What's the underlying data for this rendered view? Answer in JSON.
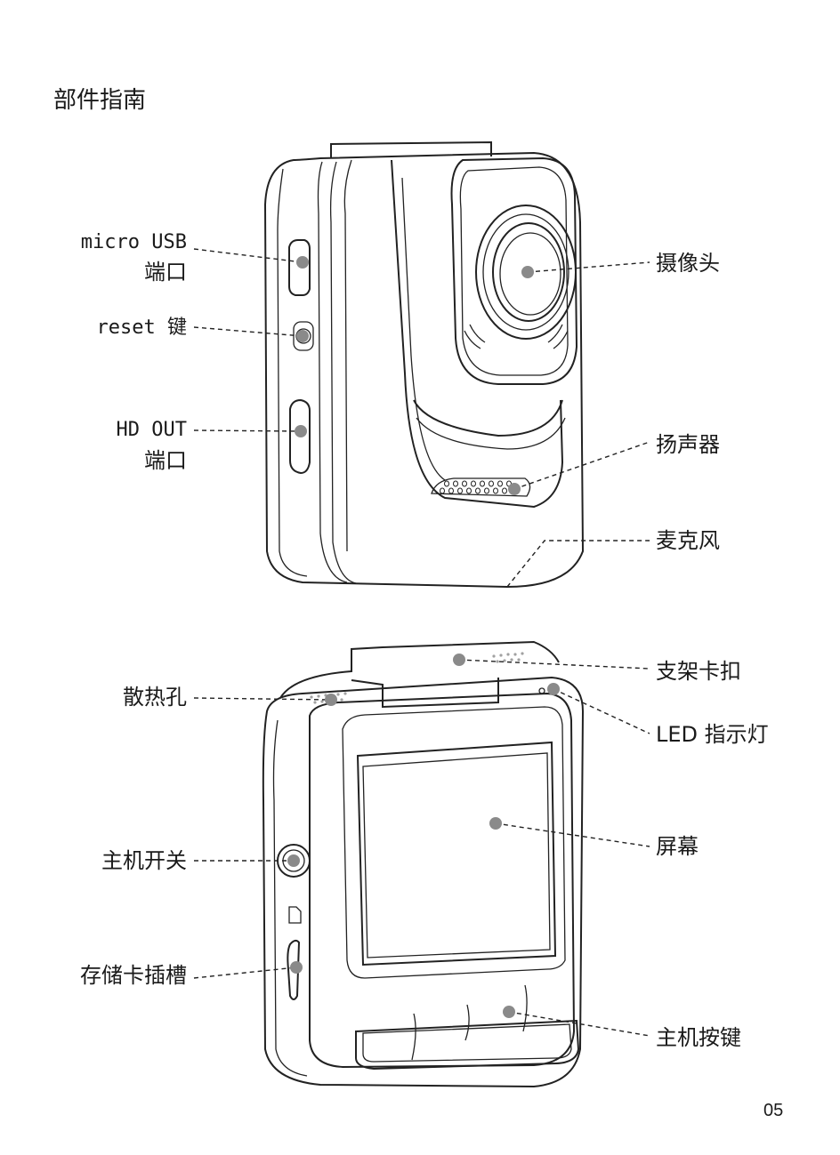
{
  "title": "部件指南",
  "page_number": "05",
  "top_device": {
    "left_labels": [
      {
        "line1": "micro USB",
        "line2": "端口"
      },
      {
        "line1": "reset 键"
      },
      {
        "line1": "HD OUT",
        "line2": "端口"
      }
    ],
    "right_labels": [
      "摄像头",
      "扬声器",
      "麦克风"
    ]
  },
  "bottom_device": {
    "left_labels": [
      "散热孔",
      "主机开关",
      "存储卡插槽"
    ],
    "right_labels": [
      "支架卡扣",
      "LED 指示灯",
      "屏幕",
      "主机按键"
    ]
  }
}
